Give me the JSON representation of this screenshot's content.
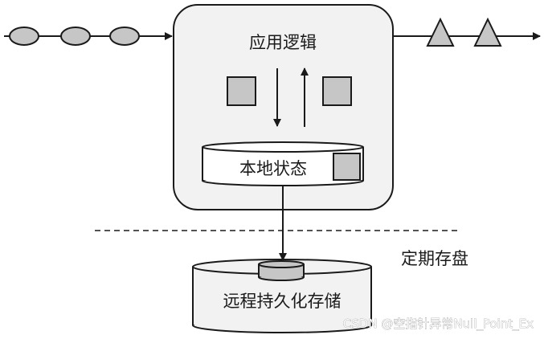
{
  "app_logic_label": "应用逻辑",
  "local_state_label": "本地状态",
  "periodic_save_label": "定期存盘",
  "remote_storage_label": "远程持久化存储",
  "watermark_text": "CSDN @空指针异常Null_Point_Ex",
  "colors": {
    "box_fill": "#f2f2f2",
    "outline": "#1a1a1a",
    "shape_fill": "#c6c6c6",
    "background": "#ffffff"
  }
}
